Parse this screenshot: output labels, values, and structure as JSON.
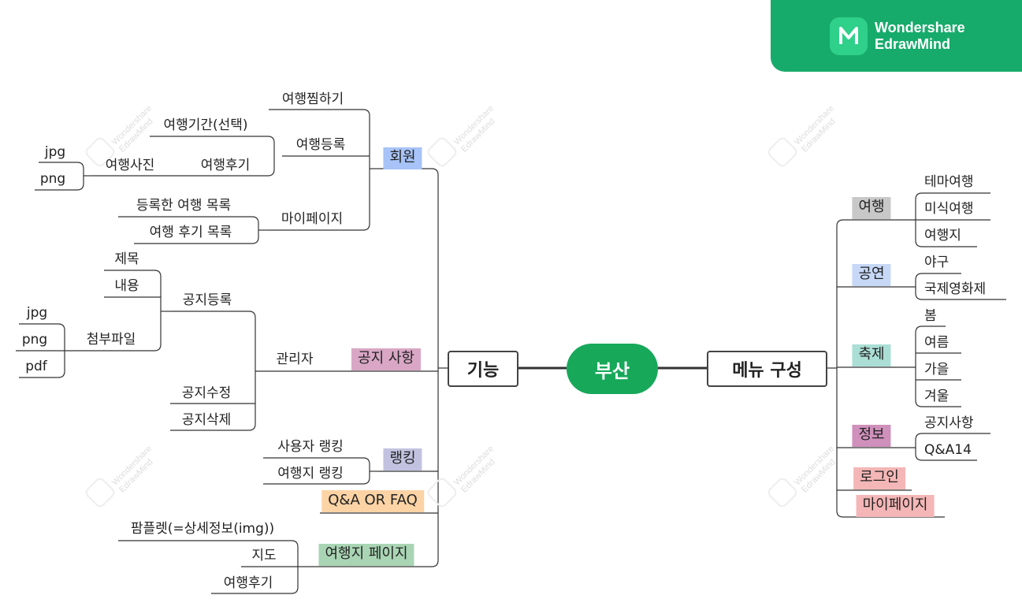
{
  "brand": {
    "line1": "Wondershare",
    "line2": "EdrawMind",
    "logo_icon": "edrawmind-logo-icon"
  },
  "watermark": {
    "line1": "Wondershare",
    "line2": "EdrawMind"
  },
  "root": {
    "label": "부산",
    "color": "#17a85a"
  },
  "left_main": {
    "label": "기능"
  },
  "right_main": {
    "label": "메뉴 구성"
  },
  "colors": {
    "member": "#a7c3f7",
    "notice": "#d9a7c5",
    "ranking": "#c2c2e0",
    "qa": "#fbd3a5",
    "travel_page": "#a9d5b4",
    "travel": "#c8c8c8",
    "performance": "#c7d8f7",
    "festival": "#abdfd5",
    "info": "#cf90bb",
    "login": "#f4b6b6",
    "mypage": "#f4b6b6"
  },
  "left": {
    "member": {
      "label": "회원",
      "wish": "여행찜하기",
      "register": {
        "label": "여행등록",
        "period": "여행기간(선택)",
        "review": "여행후기",
        "photo": "여행사진",
        "jpg": "jpg",
        "png": "png"
      },
      "mypage": {
        "label": "마이페이지",
        "list1": "등록한 여행 목록",
        "list2": "여행 후기 목록"
      }
    },
    "notice": {
      "label": "공지 사항",
      "admin": "관리자",
      "register": {
        "label": "공지등록",
        "title": "제목",
        "content": "내용",
        "attach": "첨부파일",
        "jpg": "jpg",
        "png": "png",
        "pdf": "pdf"
      },
      "edit": "공지수정",
      "delete": "공지삭제"
    },
    "ranking": {
      "label": "랭킹",
      "user": "사용자 랭킹",
      "place": "여행지 랭킹"
    },
    "qa": {
      "label": "Q&A OR FAQ"
    },
    "travel_page": {
      "label": "여행지 페이지",
      "pamphlet": "팜플렛(=상세정보(img))",
      "map": "지도",
      "review": "여행후기"
    }
  },
  "right": {
    "travel": {
      "label": "여행",
      "items": [
        "테마여행",
        "미식여행",
        "여행지"
      ]
    },
    "performance": {
      "label": "공연",
      "items": [
        "야구",
        "국제영화제"
      ]
    },
    "festival": {
      "label": "축제",
      "items": [
        "봄",
        "여름",
        "가을",
        "겨울"
      ]
    },
    "info": {
      "label": "정보",
      "items": [
        "공지사항",
        "Q&A14"
      ]
    },
    "login": {
      "label": "로그인"
    },
    "mypage": {
      "label": "마이페이지"
    }
  }
}
